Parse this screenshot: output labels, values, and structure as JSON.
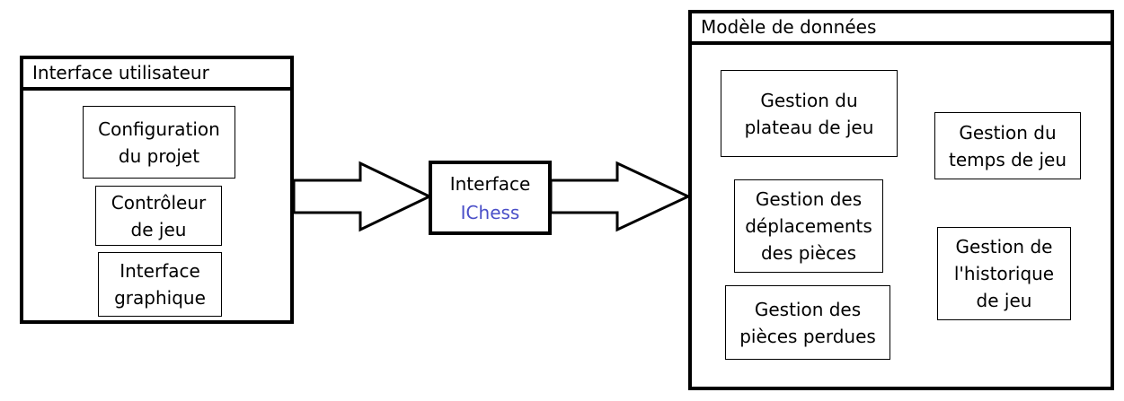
{
  "ui_panel": {
    "title": "Interface utilisateur",
    "modules": [
      {
        "line1": "Configuration",
        "line2": "du projet"
      },
      {
        "line1": "Contrôleur",
        "line2": "de jeu"
      },
      {
        "line1": "Interface",
        "line2": "graphique"
      }
    ]
  },
  "interface": {
    "line1": "Interface",
    "line2": "IChess"
  },
  "model_panel": {
    "title": "Modèle de données",
    "modules": [
      {
        "lines": [
          "Gestion du",
          "plateau de jeu"
        ]
      },
      {
        "lines": [
          "Gestion du",
          "temps de jeu"
        ]
      },
      {
        "lines": [
          "Gestion des",
          "déplacements",
          "des pièces"
        ]
      },
      {
        "lines": [
          "Gestion de",
          "l'historique",
          "de jeu"
        ]
      },
      {
        "lines": [
          "Gestion des",
          "pièces perdues"
        ]
      }
    ]
  },
  "colors": {
    "border": "#000000",
    "accent": "#4a4fc8",
    "background": "#ffffff"
  }
}
